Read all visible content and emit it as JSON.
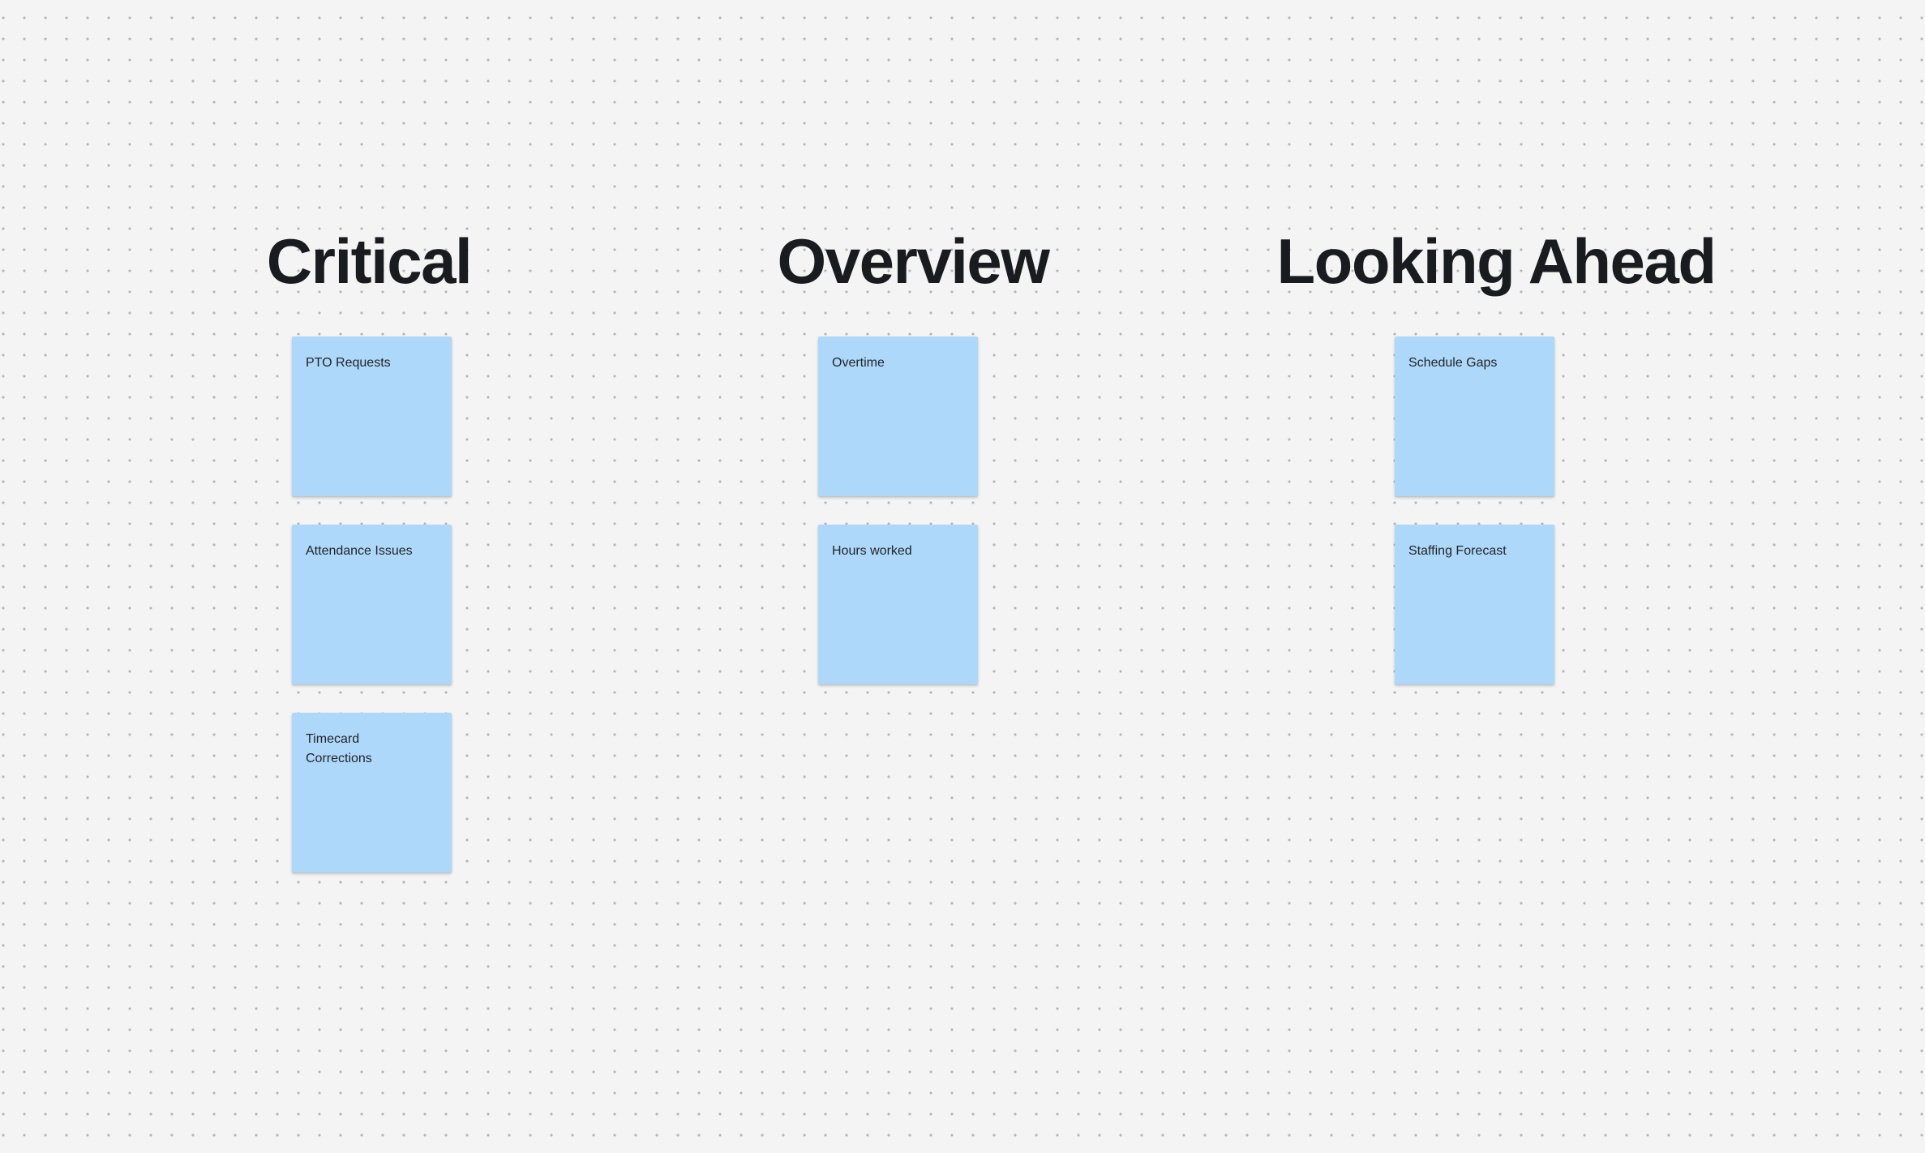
{
  "canvas": {
    "background_color": "#f4f4f5",
    "dot_grid_color": "#b3b3b8",
    "note_color": "#aed8fa",
    "heading_color": "#1a1b1e"
  },
  "columns": [
    {
      "heading": "Critical",
      "notes": [
        {
          "label": "PTO Requests"
        },
        {
          "label": "Attendance Issues"
        },
        {
          "label": "Timecard Corrections"
        }
      ]
    },
    {
      "heading": "Overview",
      "notes": [
        {
          "label": "Overtime"
        },
        {
          "label": "Hours worked"
        }
      ]
    },
    {
      "heading": "Looking Ahead",
      "notes": [
        {
          "label": "Schedule Gaps"
        },
        {
          "label": "Staffing Forecast"
        }
      ]
    }
  ]
}
